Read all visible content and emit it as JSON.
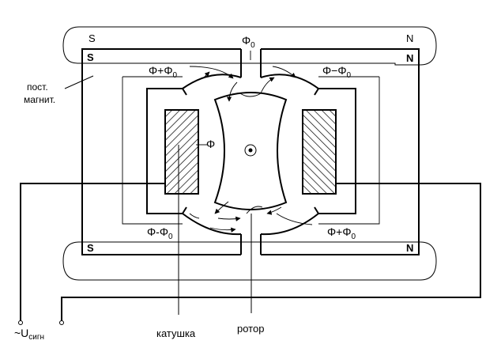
{
  "diagram": {
    "magnet_pole_s_top": "S",
    "magnet_pole_n_top": "N",
    "magnet_pole_s_top_inner": "S",
    "magnet_pole_n_top_inner": "N",
    "magnet_pole_s_bottom": "S",
    "magnet_pole_n_bottom": "N",
    "flux_phi0_base": "Φ",
    "flux_phi0_sub": "0",
    "flux_top_left_base": "Φ+Φ",
    "flux_top_left_sub": "0",
    "flux_top_right_base": "Φ−Φ",
    "flux_top_right_sub": "0",
    "flux_bottom_left_base": "Φ-Φ",
    "flux_bottom_left_sub": "0",
    "flux_bottom_right_base": "Φ+Φ",
    "flux_bottom_right_sub": "0",
    "flux_coil": "Φ",
    "label_magnet_line1": "пост.",
    "label_magnet_line2": "магнит.",
    "label_signal_prefix": "~U",
    "label_signal_sub": "сигн",
    "label_coil": "катушка",
    "label_rotor": "ротор"
  }
}
